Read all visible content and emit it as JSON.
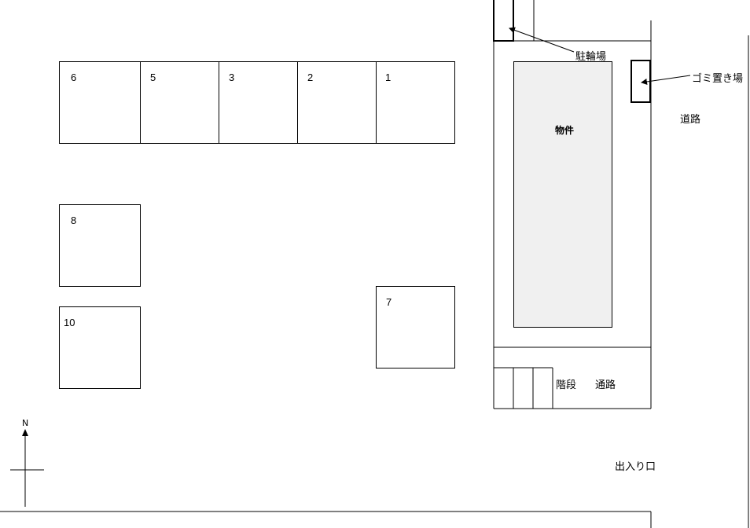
{
  "spaces": [
    {
      "id": "6"
    },
    {
      "id": "5"
    },
    {
      "id": "3"
    },
    {
      "id": "2"
    },
    {
      "id": "1"
    },
    {
      "id": "8"
    },
    {
      "id": "10"
    },
    {
      "id": "7"
    }
  ],
  "labels": {
    "building": "物件",
    "bike_parking": "駐輪場",
    "garbage": "ゴミ置き場",
    "road_right": "道路",
    "stairs": "階段",
    "road_bottom": "通路",
    "entrance": "出入り口",
    "north": "N"
  },
  "colors": {
    "line": "#000000",
    "building_fill": "#f0f0f0"
  }
}
